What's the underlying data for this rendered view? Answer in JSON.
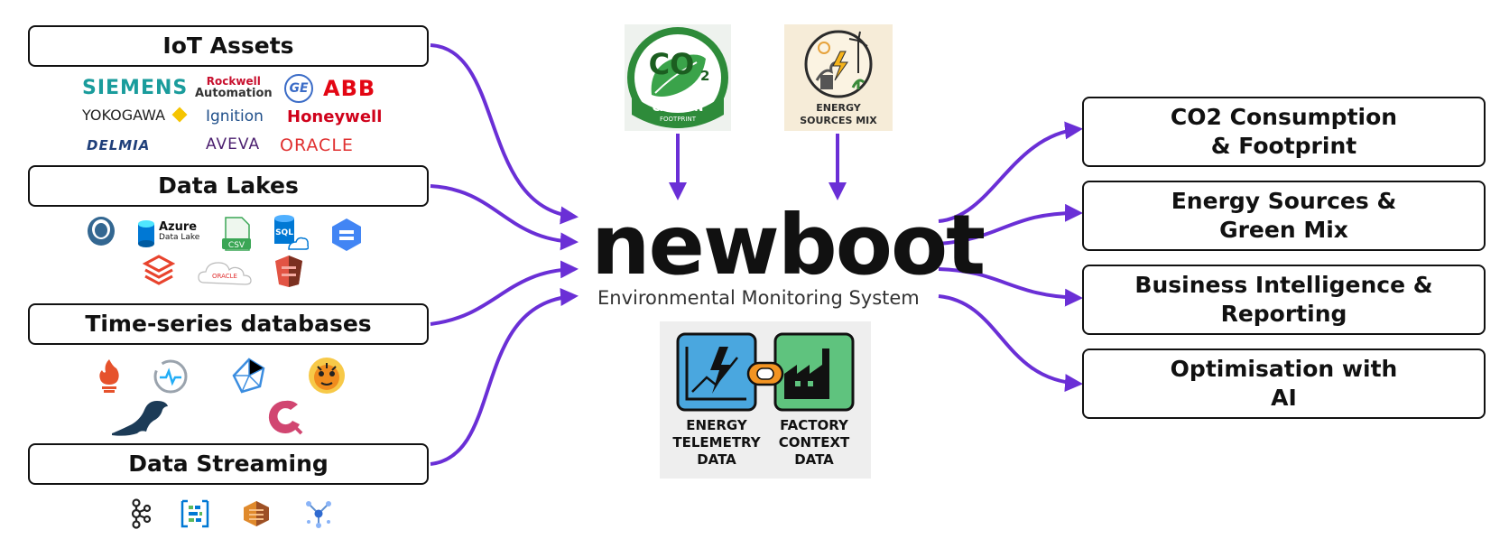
{
  "sources": {
    "iot_assets": "IoT Assets",
    "data_lakes": "Data Lakes",
    "time_series": "Time-series databases",
    "data_streaming": "Data Streaming"
  },
  "iot_logos": [
    "SIEMENS",
    "Rockwell",
    "Automation",
    "ABB",
    "YOKOGAWA",
    "Ignition",
    "Honeywell",
    "DELMIA",
    "AVEVA",
    "ORACLE"
  ],
  "lake_logos": {
    "azure": "Azure",
    "azure_sub": "Data Lake",
    "csv": "CSV",
    "sql": "SQL",
    "oracle_cloud": "ORACLE"
  },
  "center": {
    "brand": "newboot",
    "tagline": "Environmental Monitoring System",
    "co2_badge": {
      "main": "CO",
      "sub": "2",
      "line1": "CARBON",
      "line2": "FOOTPRINT"
    },
    "energy_badge": {
      "line1": "ENERGY",
      "line2": "SOURCES MIX"
    },
    "telemetry": {
      "line1": "ENERGY",
      "line2": "TELEMETRY",
      "line3": "DATA"
    },
    "factory": {
      "line1": "FACTORY",
      "line2": "CONTEXT",
      "line3": "DATA"
    }
  },
  "outputs": {
    "co2_line1": "CO2 Consumption",
    "co2_line2": "& Footprint",
    "energy_line1": "Energy Sources &",
    "energy_line2": "Green Mix",
    "bi_line1": "Business Intelligence &",
    "bi_line2": "Reporting",
    "ai_line1": "Optimisation with",
    "ai_line2": "AI"
  },
  "colors": {
    "arrow": "#6a2fd6",
    "co2_green": "#2e8b3a",
    "telemetry_blue": "#4aa7df",
    "factory_green": "#5fc37e",
    "link_orange": "#f39422"
  }
}
